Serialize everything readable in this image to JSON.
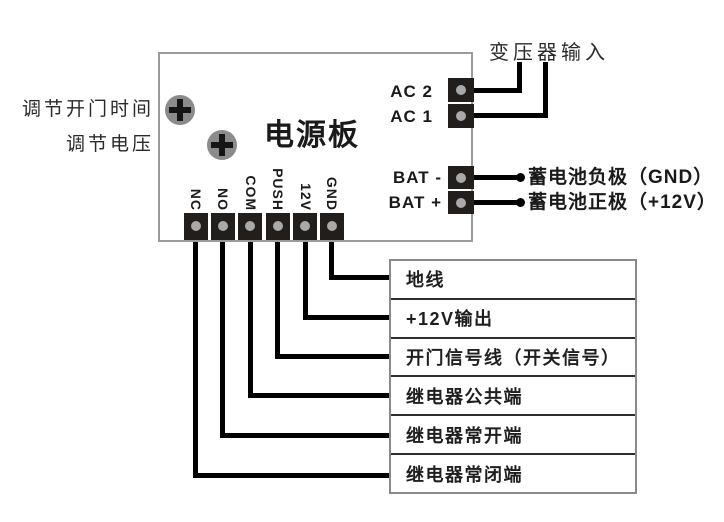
{
  "diagram": {
    "board": {
      "title": "电源板",
      "pins": [
        "NC",
        "NO",
        "COM",
        "PUSH",
        "12V",
        "GND"
      ]
    },
    "adjusters": {
      "door_time_label": "调节开门时间",
      "voltage_label": "调节电压"
    },
    "transformer": {
      "title": "变压器输入",
      "terminals": [
        "AC 2",
        "AC 1"
      ]
    },
    "battery": {
      "terminals": [
        "BAT -",
        "BAT +"
      ],
      "descriptions": [
        "蓄电池负极（GND）",
        "蓄电池正极（+12V）"
      ]
    },
    "wiring_table": {
      "rows": [
        "地线",
        "+12V输出",
        "开门信号线（开关信号）",
        "继电器公共端",
        "继电器常开端",
        "继电器常闭端"
      ]
    },
    "colors": {
      "wire": "#000000",
      "terminal_block": "#211e1c",
      "terminal_hole": "#a9a9a9",
      "board_border": "#9b9b9b",
      "table_border": "#8a8a8a",
      "potentiometer": "#8b8b8b"
    }
  }
}
